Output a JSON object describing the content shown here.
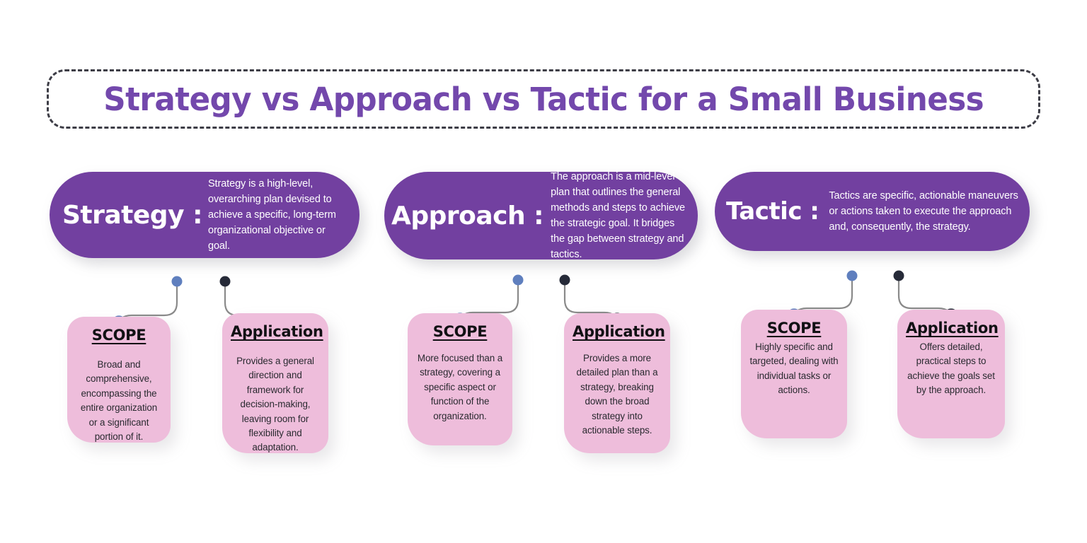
{
  "title": "Strategy vs Approach vs Tactic for a Small Business",
  "colors": {
    "title_purple": "#7348ac",
    "card_purple": "#7240a0",
    "card_pink": "#eebddb",
    "connector_line": "#8a8a8a",
    "dot_blue": "#5f7fbe",
    "dot_dark": "#262a38",
    "background": "#ffffff",
    "dashed_border": "#3d3d46"
  },
  "columns": [
    {
      "header": {
        "label": "Strategy :",
        "description": "Strategy is a high-level, overarching plan devised to achieve a specific, long-term organizational objective or goal."
      },
      "cards": [
        {
          "title": "SCOPE",
          "body": "Broad and comprehensive, encompassing the entire organization or a significant portion of it.",
          "dot": "blue"
        },
        {
          "title": "Application",
          "body": "Provides a general direction and framework for decision-making, leaving room for flexibility and adaptation.",
          "dot": "dark"
        }
      ]
    },
    {
      "header": {
        "label": "Approach :",
        "description": "The approach is a mid-level plan that outlines the general methods and steps to achieve the strategic goal. It bridges the gap between strategy and tactics."
      },
      "cards": [
        {
          "title": "SCOPE",
          "body": "More focused than a strategy, covering a specific aspect or function of the organization.",
          "dot": "blue"
        },
        {
          "title": "Application",
          "body": "Provides a more detailed plan than a strategy, breaking down the broad strategy into actionable steps.",
          "dot": "dark"
        }
      ]
    },
    {
      "header": {
        "label": "Tactic :",
        "description": "Tactics are specific, actionable maneuvers or actions taken to execute the approach and, consequently, the strategy."
      },
      "cards": [
        {
          "title": "SCOPE",
          "body": "Highly specific and targeted, dealing with individual tasks or actions.",
          "dot": "blue"
        },
        {
          "title": "Application",
          "body": "Offers detailed, practical steps to achieve the goals set by the approach.",
          "dot": "dark"
        }
      ]
    }
  ]
}
